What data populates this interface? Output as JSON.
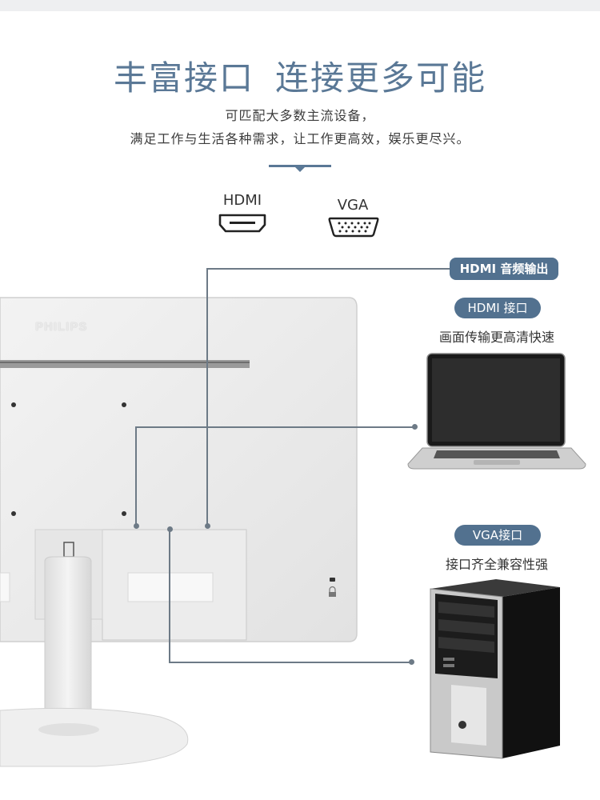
{
  "header": {
    "title_left": "丰富接口",
    "title_right": "连接更多可能",
    "subtitle_line1": "可匹配大多数主流设备，",
    "subtitle_line2": "满足工作与生活各种需求，让工作更高效，娱乐更尽兴。"
  },
  "ports": {
    "hdmi_label": "HDMI",
    "vga_label": "VGA",
    "hdmi_icon": "hdmi-port-icon",
    "vga_icon": "vga-port-icon"
  },
  "callouts": {
    "audio_badge": "HDMI 音频输出",
    "hdmi_badge": "HDMI 接口",
    "hdmi_desc": "画面传输更高清快速",
    "vga_badge": "VGA接口",
    "vga_desc": "接口齐全兼容性强"
  },
  "monitor": {
    "brand": "PHILIPS"
  },
  "colors": {
    "accent": "#52718f",
    "title": "#5a7896",
    "line": "#6d7a86"
  }
}
